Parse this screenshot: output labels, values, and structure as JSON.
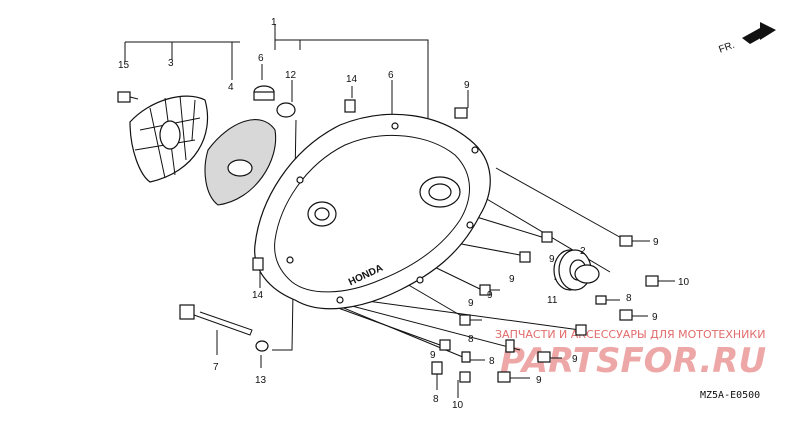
{
  "labels": {
    "l1": "1",
    "l2": "2",
    "l3": "3",
    "l4": "4",
    "l5": "6",
    "l6": "12",
    "l7": "14",
    "l8": "6",
    "l9": "9",
    "l10": "15",
    "l11": "14",
    "l12": "7",
    "l13": "13",
    "l14": "11",
    "l15": "8",
    "l16": "9",
    "l17": "10",
    "l18": "9",
    "l19": "9",
    "l20": "9",
    "l21": "9",
    "l22": "8",
    "l23": "9",
    "l24": "9",
    "l25": "8",
    "l26": "9",
    "l27": "8",
    "l28": "10",
    "l29": "9"
  },
  "fr_label": "FR.",
  "logo_text": "HONDA",
  "watermark_top": "ЗАПЧАСТИ И АКСЕССУАРЫ ДЛЯ МОТОТЕХНИКИ",
  "watermark_brand": "PARTSFOR.RU",
  "diagram_code": "MZ5A-E0500"
}
